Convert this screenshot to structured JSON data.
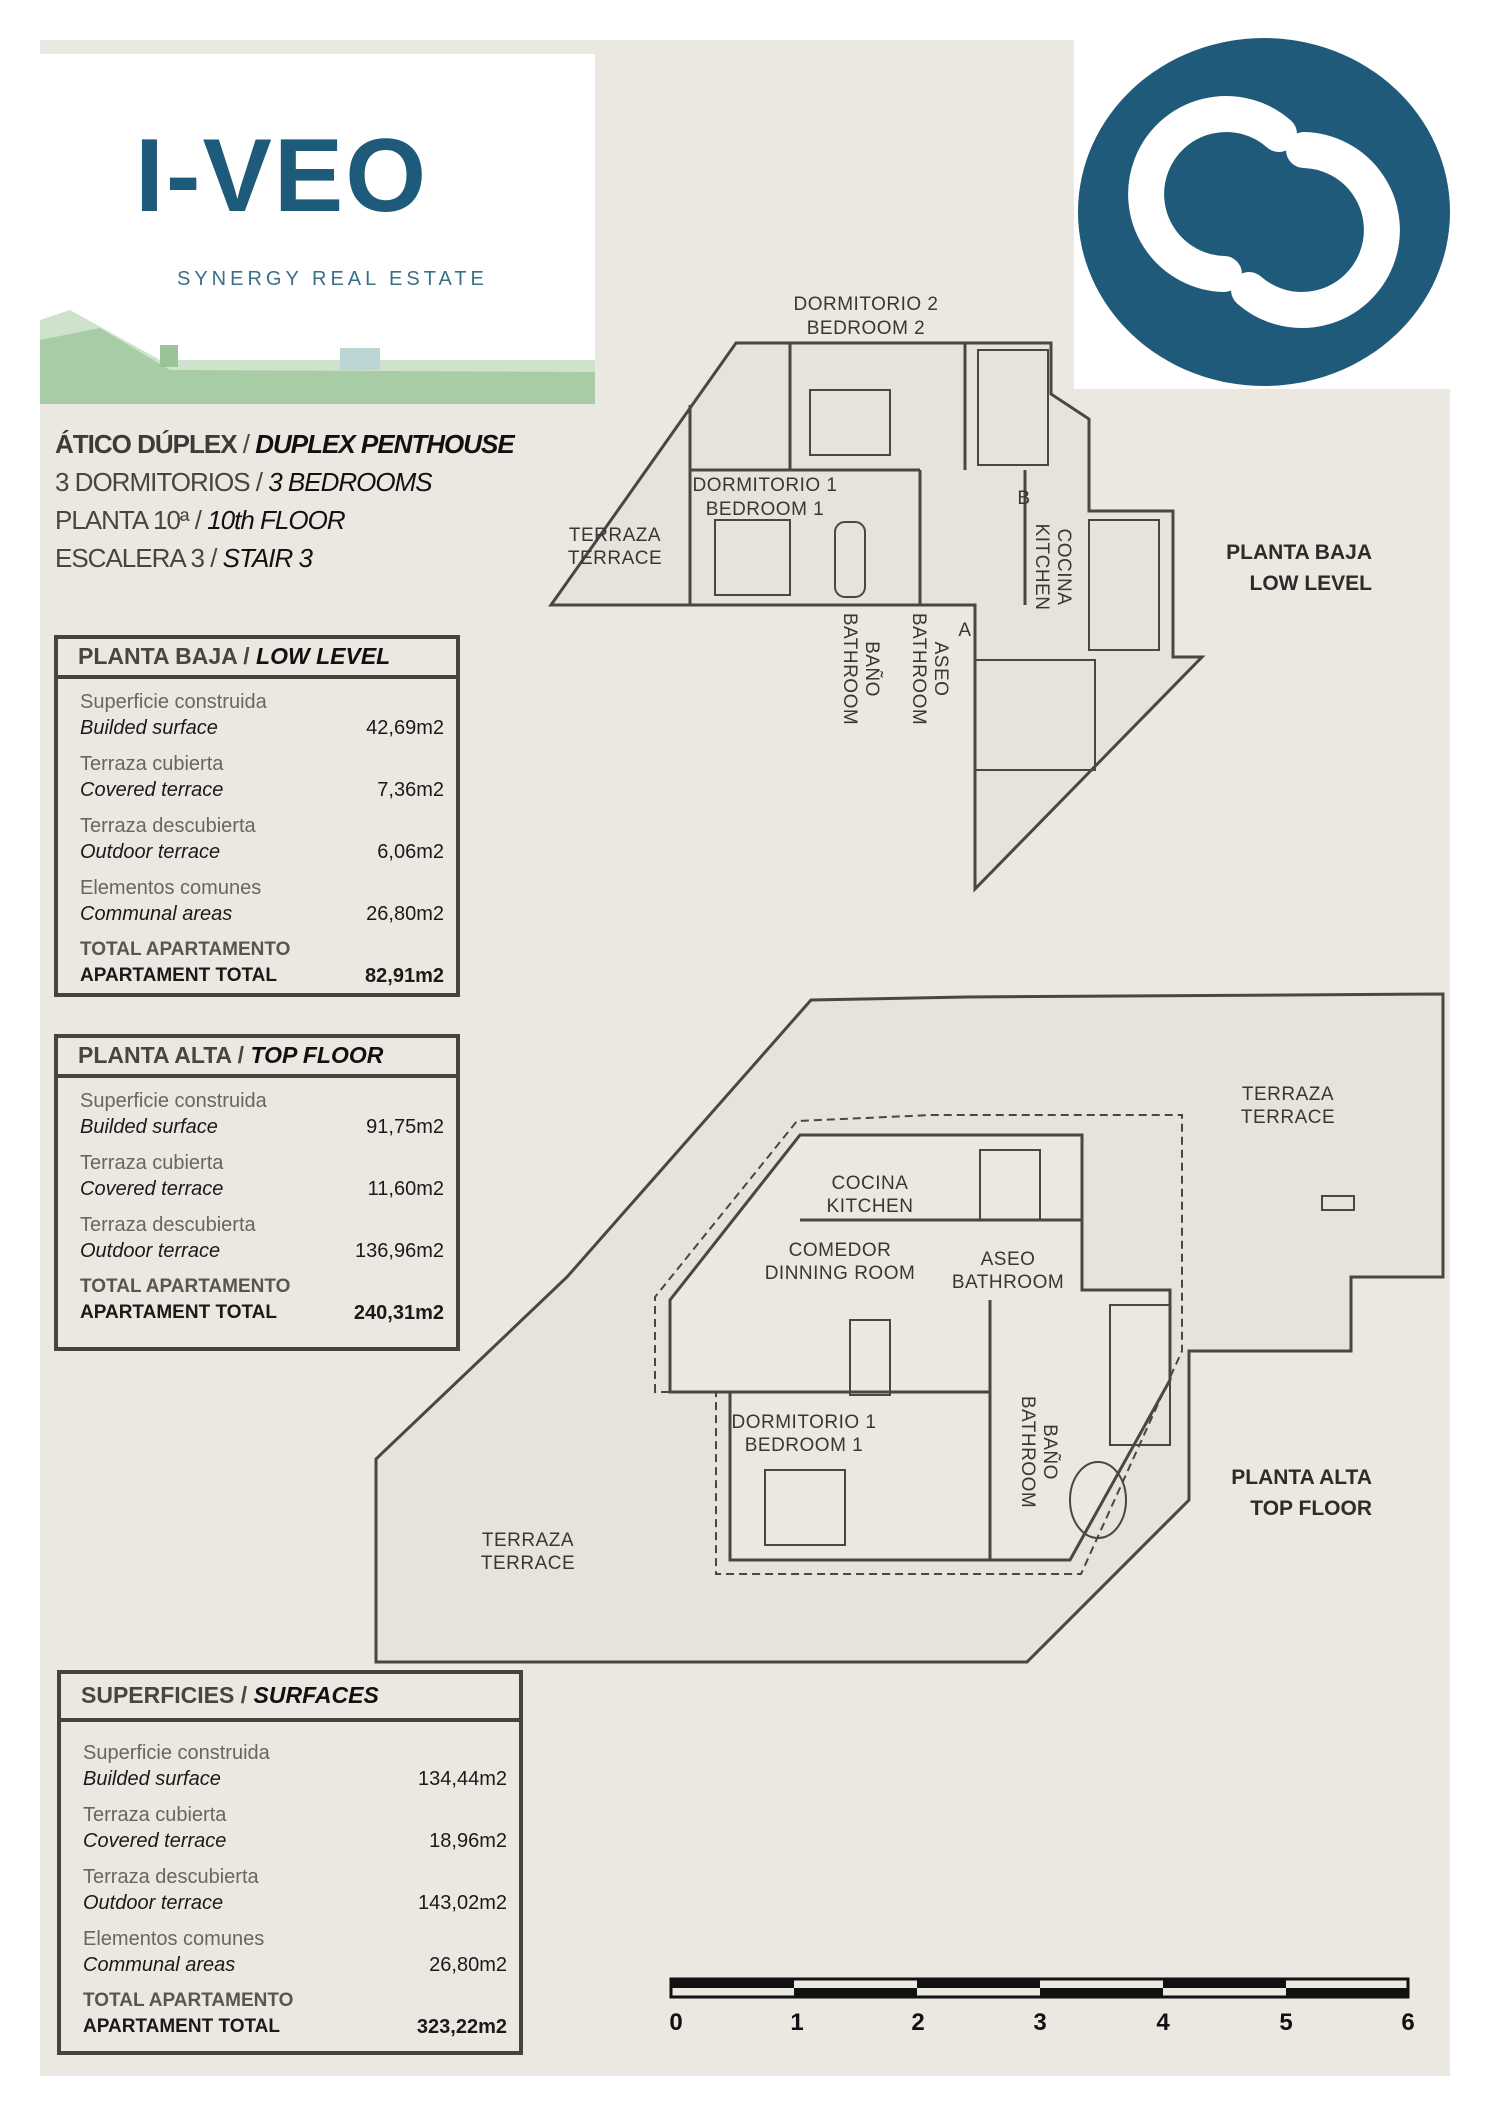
{
  "brand": {
    "name": "I-VEO",
    "tagline": "SYNERGY REAL ESTATE",
    "color": "#1e5a79"
  },
  "property": {
    "type_es": "ÁTICO DÚPLEX",
    "type_en": "DUPLEX PENTHOUSE",
    "bedrooms_es": "3 DORMITORIOS",
    "bedrooms_en": "3 BEDROOMS",
    "floor_es": "PLANTA 10ª",
    "floor_en": "10th FLOOR",
    "stair_es": "ESCALERA 3",
    "stair_en": "STAIR 3",
    "sep": " / "
  },
  "low_level": {
    "title_es": "PLANTA BAJA",
    "title_en": "LOW LEVEL",
    "rows": [
      {
        "es": "Superficie construida",
        "en": "Builded surface",
        "value": "42,69m2"
      },
      {
        "es": "Terraza cubierta",
        "en": "Covered terrace",
        "value": "7,36m2"
      },
      {
        "es": "Terraza descubierta",
        "en": "Outdoor terrace",
        "value": "6,06m2"
      },
      {
        "es": "Elementos comunes",
        "en": "Communal areas",
        "value": "26,80m2"
      }
    ],
    "total": {
      "es": "TOTAL APARTAMENTO",
      "en": "APARTAMENT TOTAL",
      "value": "82,91m2"
    }
  },
  "top_floor": {
    "title_es": "PLANTA ALTA",
    "title_en": "TOP FLOOR",
    "rows": [
      {
        "es": "Superficie construida",
        "en": "Builded surface",
        "value": "91,75m2"
      },
      {
        "es": "Terraza cubierta",
        "en": "Covered terrace",
        "value": "11,60m2"
      },
      {
        "es": "Terraza descubierta",
        "en": "Outdoor terrace",
        "value": "136,96m2"
      }
    ],
    "total": {
      "es": "TOTAL APARTAMENTO",
      "en": "APARTAMENT TOTAL",
      "value": "240,31m2"
    }
  },
  "surfaces": {
    "title_es": "SUPERFICIES",
    "title_en": "SURFACES",
    "rows": [
      {
        "es": "Superficie construida",
        "en": "Builded surface",
        "value": "134,44m2"
      },
      {
        "es": "Terraza cubierta",
        "en": "Covered terrace",
        "value": "18,96m2"
      },
      {
        "es": "Terraza descubierta",
        "en": "Outdoor terrace",
        "value": "143,02m2"
      },
      {
        "es": "Elementos comunes",
        "en": "Communal areas",
        "value": "26,80m2"
      }
    ],
    "total": {
      "es": "TOTAL APARTAMENTO",
      "en": "APARTAMENT TOTAL",
      "value": "323,22m2"
    }
  },
  "plan_low": {
    "level_es": "PLANTA BAJA",
    "level_en": "LOW LEVEL",
    "bedroom2_es": "DORMITORIO 2",
    "bedroom2_en": "BEDROOM 2",
    "bedroom1_es": "DORMITORIO 1",
    "bedroom1_en": "BEDROOM 1",
    "terrace_es": "TERRAZA",
    "terrace_en": "TERRACE",
    "kitchen_es": "COCINA",
    "kitchen_en": "KITCHEN",
    "bath_es": "BAÑO",
    "bath_en": "BATHROOM",
    "aseo_es": "ASEO",
    "aseo_en": "BATHROOM",
    "mark_a": "A",
    "mark_b": "B"
  },
  "plan_top": {
    "level_es": "PLANTA ALTA",
    "level_en": "TOP FLOOR",
    "terrace_es": "TERRAZA",
    "terrace_en": "TERRACE",
    "kitchen_es": "COCINA",
    "kitchen_en": "KITCHEN",
    "dining_es": "COMEDOR",
    "dining_en": "DINNING ROOM",
    "aseo_es": "ASEO",
    "aseo_en": "BATHROOM",
    "bedroom1_es": "DORMITORIO 1",
    "bedroom1_en": "BEDROOM 1",
    "bath_es": "BAÑO",
    "bath_en": "BATHROOM"
  },
  "scale": {
    "ticks": [
      "0",
      "1",
      "2",
      "3",
      "4",
      "5",
      "6"
    ]
  }
}
